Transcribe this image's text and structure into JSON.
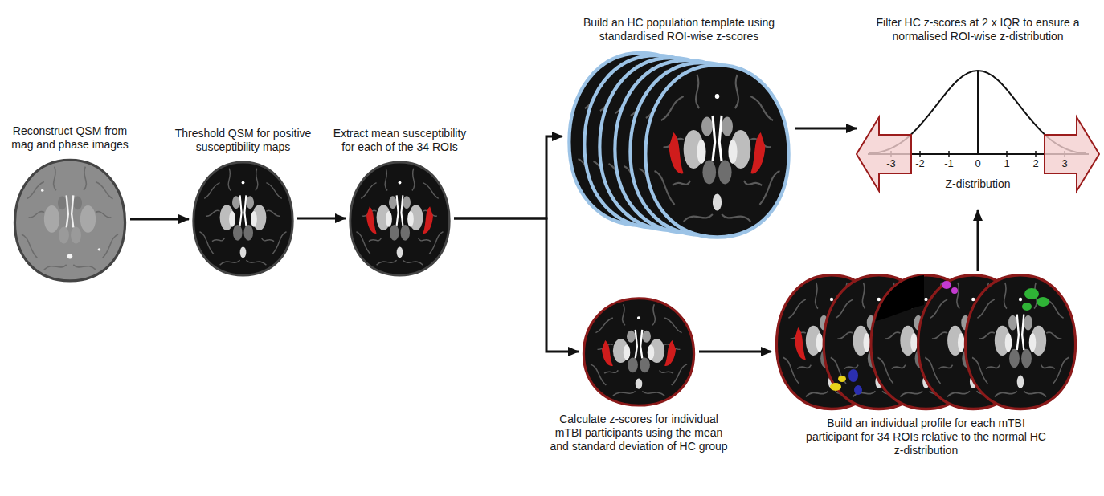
{
  "diagram": {
    "nodes": [
      {
        "text": [
          "Reconstruct QSM from mag and phase images"
        ]
      },
      {
        "text": [
          "Threshold QSM for positive susceptibility maps"
        ]
      },
      {
        "text": [
          "Extract mean susceptibility for each of the 34 ROIs"
        ]
      },
      {
        "text": [
          "Build an HC population template using standardised ROI-wise z-scores"
        ]
      },
      {
        "text": [
          "Filter HC z-scores at 2 x IQR to ensure a normalised ROI-wise z-distribution"
        ]
      },
      {
        "text": [
          "Calculate z-scores for individual mTBI participants using the mean and standard deviation of HC group"
        ]
      },
      {
        "text": [
          "Build an individual profile for each mTBI participant for 34 ROIs relative to the normal HC z-distribution"
        ]
      }
    ],
    "edges": [
      {
        "from": 0,
        "to": 1,
        "arrow": "to"
      },
      {
        "from": 1,
        "to": 2,
        "arrow": "to"
      },
      {
        "from": 2,
        "to": 3,
        "arrow": "to"
      },
      {
        "from": 2,
        "to": 5,
        "arrow": "to"
      },
      {
        "from": 3,
        "to": 4,
        "arrow": "to"
      },
      {
        "from": 5,
        "to": 6,
        "arrow": "to"
      },
      {
        "from": 6,
        "to": 4,
        "arrow": "to"
      }
    ],
    "labels": [
      "-3",
      "-2",
      "-1",
      "0",
      "1",
      "2",
      "3",
      "Z-distribution"
    ]
  }
}
